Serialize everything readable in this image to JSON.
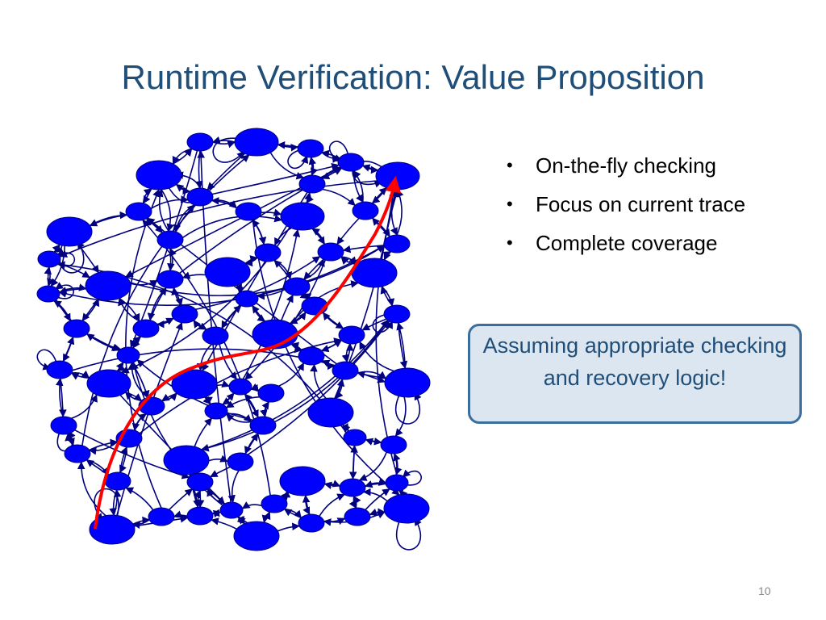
{
  "slide": {
    "title": "Runtime Verification: Value Proposition",
    "bullets": [
      "On-the-fly checking",
      "Focus on current trace",
      "Complete coverage"
    ],
    "callout": "Assuming appropriate checking and recovery logic!",
    "page_number": "10",
    "graph": {
      "node_color": "#0000ff",
      "edge_color": "#000080",
      "trace_color": "#ff0000"
    }
  }
}
